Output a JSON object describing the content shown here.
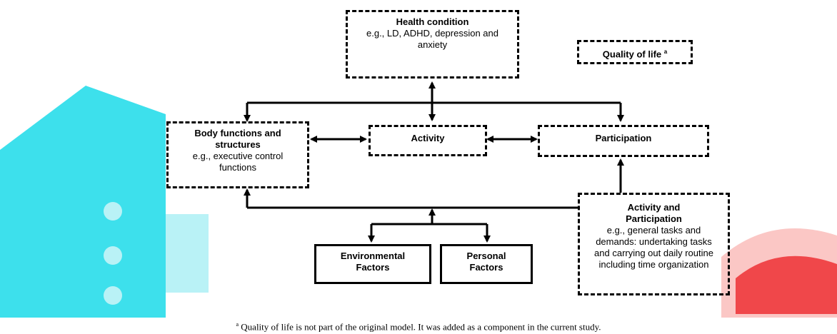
{
  "watermark_colors": {
    "cyan": "#3de0ec",
    "red": "#f0474a",
    "light_cyan": "#b9f2f6",
    "light_red": "#fbc7c5"
  },
  "nodes": {
    "health_condition": {
      "title": "Health condition",
      "detail": "e.g., LD, ADHD, depression and anxiety"
    },
    "quality_of_life": {
      "title": "Quality of life",
      "marker": "a"
    },
    "body_functions": {
      "title": "Body functions and structures",
      "detail": "e.g., executive control functions"
    },
    "activity": {
      "title": "Activity"
    },
    "participation": {
      "title": "Participation"
    },
    "activity_participation": {
      "title": "Activity and Participation",
      "detail": "e.g., general tasks and demands: undertaking tasks and carrying out daily routine including time organization"
    },
    "environmental_factors": {
      "title": "Environmental Factors"
    },
    "personal_factors": {
      "title": "Personal Factors"
    }
  },
  "footnote": {
    "marker": "a",
    "text": "Quality of life is not part of the original model. It was added as a component in the current study."
  }
}
